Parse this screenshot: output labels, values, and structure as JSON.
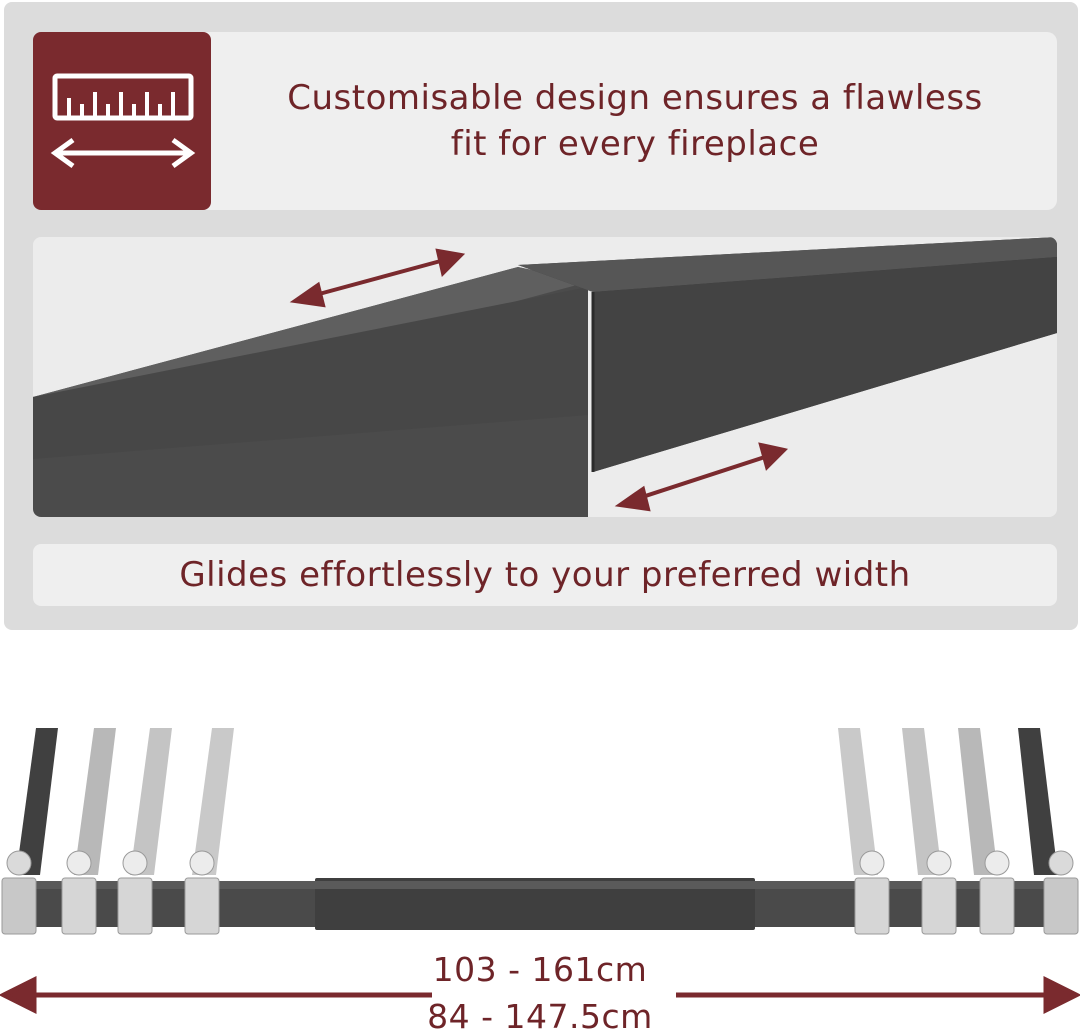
{
  "feature": {
    "headline": "Customisable design ensures a flawless\nfit for every fireplace",
    "icon": "ruler-with-double-arrow-icon",
    "caption": "Glides effortlessly to your preferred width"
  },
  "dimensions": {
    "range_1": "103 - 161cm",
    "range_2": "84 - 147.5cm"
  },
  "colors": {
    "accent": "#7a2a2e",
    "panel": "#dcdcdc",
    "bar": "#4a4a4a"
  }
}
